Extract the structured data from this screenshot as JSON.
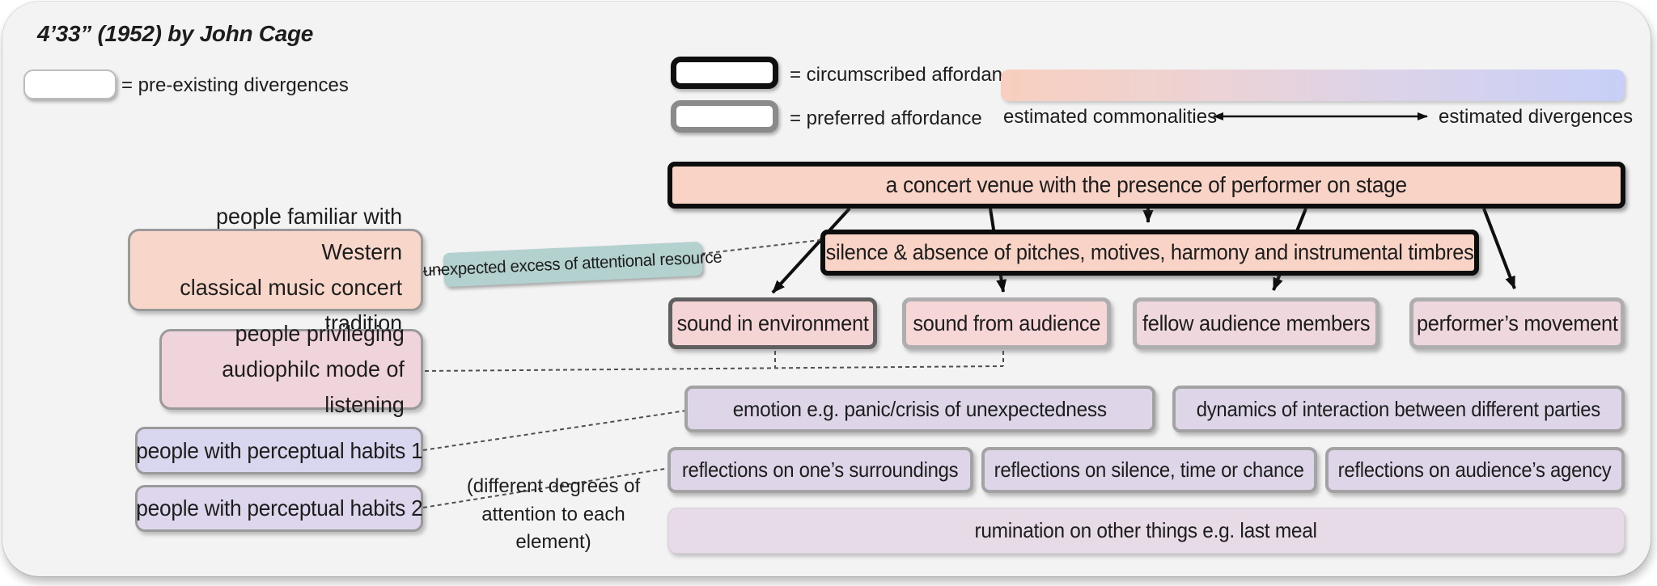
{
  "title": "4’33” (1952) by John Cage",
  "legend": {
    "pre_existing_label": "= pre-existing divergences",
    "circumscribed_label": "= circumscribed affordance",
    "preferred_label": "= preferred affordance"
  },
  "spectrum": {
    "left_label": "estimated commonalities",
    "right_label": "estimated divergences",
    "left_color": "#f8cfbf",
    "right_color": "#c7cff8"
  },
  "diagram": {
    "venue": "a concert venue with the presence of performer on stage",
    "silence": "silence & absence of pitches, motives, harmony and instrumental timbres",
    "elements": [
      "sound in environment",
      "sound from audience",
      "fellow audience members",
      "performer’s movement"
    ],
    "annotation": "unexpected excess of attentional resource",
    "audiences": [
      "people familiar with Western\nclassical music concert tradition",
      "people privileging\naudiophilc mode of listening",
      "people with perceptual habits 1",
      "people with perceptual habits 2"
    ],
    "responses_row1": [
      "emotion  e.g. panic/crisis of unexpectedness",
      "dynamics of interaction between different parties"
    ],
    "responses_row2": [
      "reflections on one’s surroundings",
      "reflections on silence, time or chance",
      "reflections on audience’s agency"
    ],
    "responses_row3": "rumination on other things e.g. last meal",
    "note": "(different degrees of\nattention to each element)"
  }
}
